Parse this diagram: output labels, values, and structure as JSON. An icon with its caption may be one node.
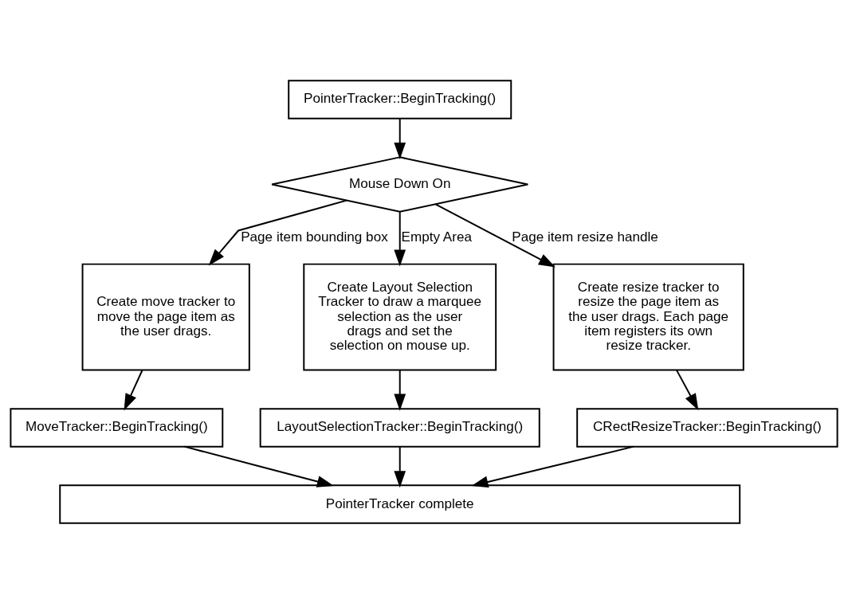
{
  "diagram": {
    "nodes": [
      {
        "text": [
          "PointerTracker::BeginTracking()"
        ]
      },
      {
        "text": [
          "Mouse Down On"
        ]
      },
      {
        "text": [
          "Create move tracker to move the page item as the user drags."
        ]
      },
      {
        "text": [
          "Create Layout Selection Tracker to draw a marquee selection as the user drags and set the selection on mouse up."
        ]
      },
      {
        "text": [
          "Create resize tracker to resize the page item as the user drags. Each page item registers its own resize tracker."
        ]
      },
      {
        "text": [
          "MoveTracker::BeginTracking()"
        ]
      },
      {
        "text": [
          "LayoutSelectionTracker::BeginTracking()"
        ]
      },
      {
        "text": [
          "CRectResizeTracker::BeginTracking()"
        ]
      },
      {
        "text": [
          "PointerTracker complete"
        ]
      }
    ],
    "edges": [
      {
        "from": 0,
        "to": 1,
        "arrow": "to"
      },
      {
        "from": 1,
        "to": 2,
        "arrow": "to",
        "label": "Page item bounding box"
      },
      {
        "from": 1,
        "to": 3,
        "arrow": "to",
        "label": "Empty Area"
      },
      {
        "from": 1,
        "to": 4,
        "arrow": "to",
        "label": "Page item resize handle"
      },
      {
        "from": 2,
        "to": 5,
        "arrow": "to"
      },
      {
        "from": 3,
        "to": 6,
        "arrow": "to"
      },
      {
        "from": 4,
        "to": 7,
        "arrow": "to"
      },
      {
        "from": 5,
        "to": 8,
        "arrow": "to"
      },
      {
        "from": 6,
        "to": 8,
        "arrow": "to"
      },
      {
        "from": 7,
        "to": 8,
        "arrow": "to"
      }
    ]
  }
}
